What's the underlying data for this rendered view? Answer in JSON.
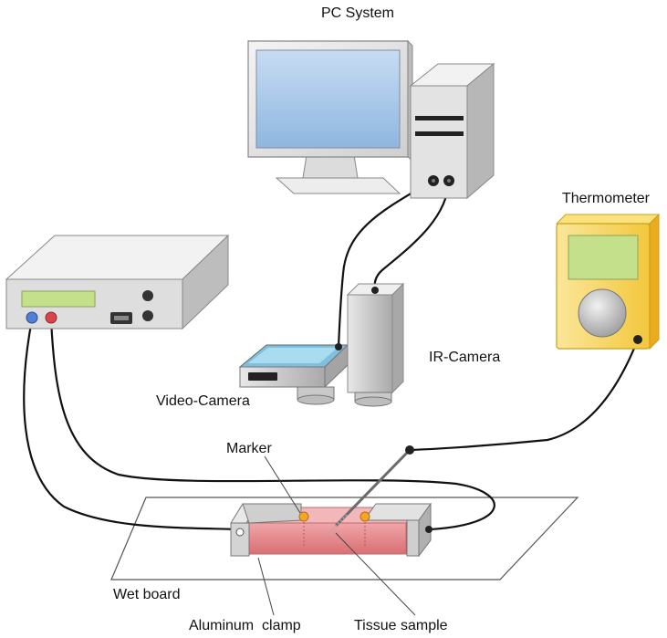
{
  "labels": {
    "pc_system": "PC System",
    "thermometer": "Thermometer",
    "ir_camera": "IR-Camera",
    "video_camera": "Video-Camera",
    "marker": "Marker",
    "wet_board": "Wet board",
    "aluminum_clamp": "Aluminum  clamp",
    "tissue_sample": "Tissue sample"
  },
  "colors": {
    "device_gray": "#d9d9d9",
    "screen_blue": "#9fc3e8",
    "display_green": "#c4e08a",
    "thermometer_yellow": "#f7d24a",
    "tissue_red": "#e8878a",
    "marker_orange": "#f5a623",
    "port_blue": "#4f7fd6",
    "port_red": "#d9434a"
  },
  "icons": [
    "monitor-icon",
    "pc-tower-icon",
    "power-supply-icon",
    "thermometer-icon",
    "ir-camera-icon",
    "video-camera-icon"
  ]
}
